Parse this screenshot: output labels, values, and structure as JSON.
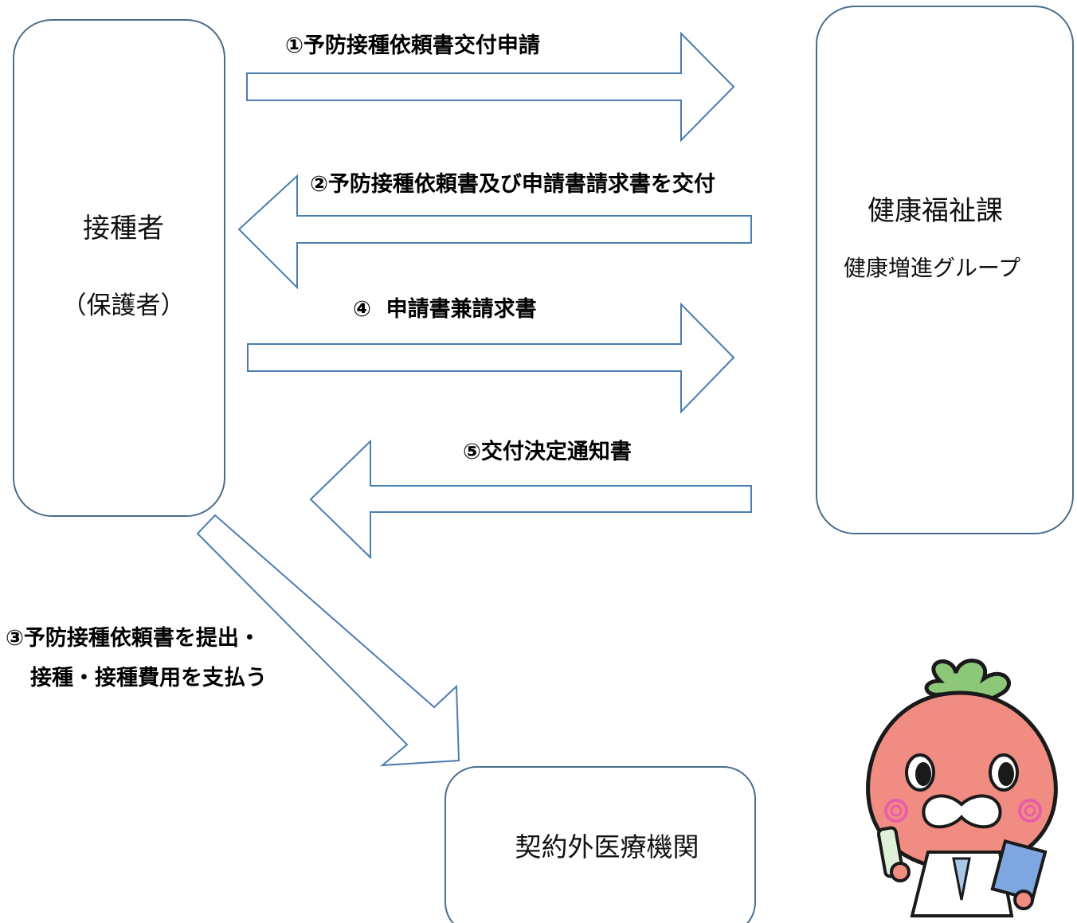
{
  "nodes": {
    "patient": {
      "line1": "接種者",
      "line2": "（保護者）"
    },
    "office": {
      "line1": "健康福祉課",
      "line2": "健康増進グループ"
    },
    "clinic": {
      "label": "契約外医療機関"
    }
  },
  "steps": {
    "step1": "①予防接種依頼書交付申請",
    "step2": "②予防接種依頼書及び申請書請求書を交付",
    "step3_line1": "③予防接種依頼書を提出・",
    "step3_line2": "接種・接種費用を支払う",
    "step4": "④  申請書兼請求書",
    "step5": "⑤交付決定通知書"
  },
  "colors": {
    "box_stroke": "#4a6d8c",
    "arrow_stroke": "#4a7db0",
    "mascot_body": "#f08c82",
    "mascot_leaf": "#8cc878",
    "mascot_cheek": "#e85fa8"
  },
  "icons": {
    "mascot": "onion-doctor-mascot"
  }
}
